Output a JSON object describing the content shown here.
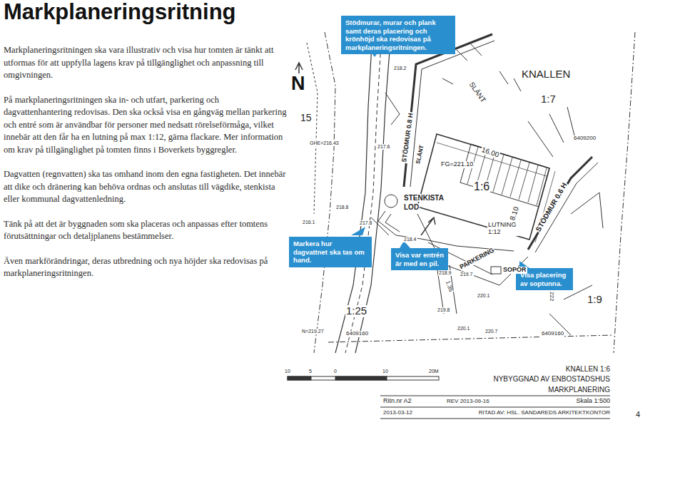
{
  "diagram": {
    "title": "Markplaneringsritning",
    "nodes": [
      {
        "text": [
          "Stödmurar, murar och plank samt deras placering och krönhöjd ska redovisas på markplaneringsritningen."
        ]
      },
      {
        "text": [
          "Markera hur dagvattnet ska tas om hand."
        ]
      },
      {
        "text": [
          "Visa var entrén är med en pil."
        ]
      },
      {
        "text": [
          "Visa placering av soptunna."
        ]
      }
    ],
    "labels": [
      "Markplaneringsritningen ska vara illustrativ och visa hur tomten är tänkt att utformas för att uppfylla lagens krav på tillgänglighet och anpassning till omgivningen.",
      "På markplaneringsritningen ska in- och utfart, parkering och dagvattenhantering redovisas. Den ska också visa en gångväg mellan parkering och entré som är användbar för personer med nedsatt rörelseförmåga, vilket innebär att den får ha en lutning på max 1:12, gärna flackare. Mer information om krav på tillgänglighet på tomten finns i Boverkets byggregler.",
      "Dagvatten (regnvatten) ska tas omhand inom den egna fastigheten. Det innebär att dike och dränering kan behöva ordnas och anslutas till vägdike, stenkista eller kommunal dagvattenledning.",
      "Tänk på att det är byggnaden som ska placeras och anpassas efter tomtens förutsättningar och detaljplanens bestämmelser.",
      "Även markförändringar, deras utbredning och nya höjder ska redovisas på markplaneringsritningen.",
      "N",
      "KNALLEN",
      "1:7",
      "15",
      "SLÄNT",
      "218.2",
      "GHE=216.43",
      "217.6",
      "STÖDMUR 0.8 H",
      "SLÄNT",
      "16.00",
      "FG=221.10",
      "6409200",
      "STENKISTA",
      "LOD",
      "216.1",
      "218.8",
      "217.8",
      "1:6",
      "8.10",
      "STÖDMUR 0.6 H",
      "LUTNING 1:12",
      "PARKERING",
      "218.4",
      "218.9",
      "219.7",
      "SOPOR",
      "1.35",
      "220.1",
      "222",
      "1:9",
      "1:25",
      "219.8",
      "220.1",
      "220.7",
      "N=219.27",
      "6409160",
      "6409160",
      "10",
      "5",
      "0",
      "10",
      "20M",
      "KNALLEN 1:6",
      "NYBYGGNAD AV ENBOSTADSHUS",
      "MARKPLANERING",
      "Ritn.nr A2",
      "REV 2013-09-16",
      "Skala 1:500",
      "2013-03-12",
      "RITAD AV: HSL. SANDAREDS ARKITEKTKONTOR",
      "4"
    ]
  }
}
